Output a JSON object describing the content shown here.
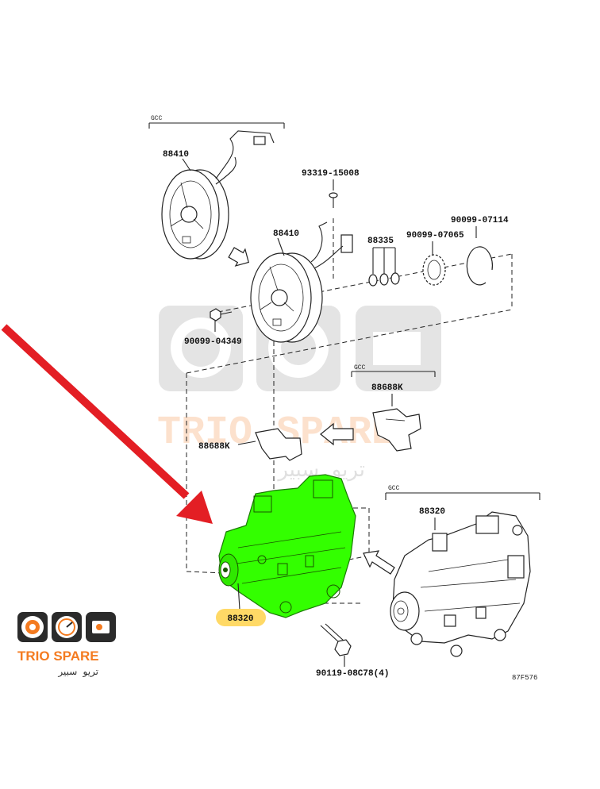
{
  "labels": {
    "gcc_top": "GCC",
    "gcc_mid": "GCC",
    "gcc_right": "GCC",
    "p_88410_a": "88410",
    "p_88410_b": "88410",
    "p_93319": "93319-15008",
    "p_88335": "88335",
    "p_90099_07065": "90099-07065",
    "p_90099_07114": "90099-07114",
    "p_90099_04349": "90099-04349",
    "p_88688k_a": "88688K",
    "p_88688k_b": "88688K",
    "p_88320_a": "88320",
    "p_88320_b": "88320",
    "p_90119": "90119-08C78(4)",
    "figure_code": "87F576"
  },
  "brand": {
    "name": "TRIO SPARE",
    "arabic": "تريو سبير",
    "accent": "#f47b20",
    "dark": "#2b2b2b"
  },
  "colors": {
    "highlight": "#33ff00",
    "arrow": "#e31e24",
    "callout": "#ffd966"
  }
}
